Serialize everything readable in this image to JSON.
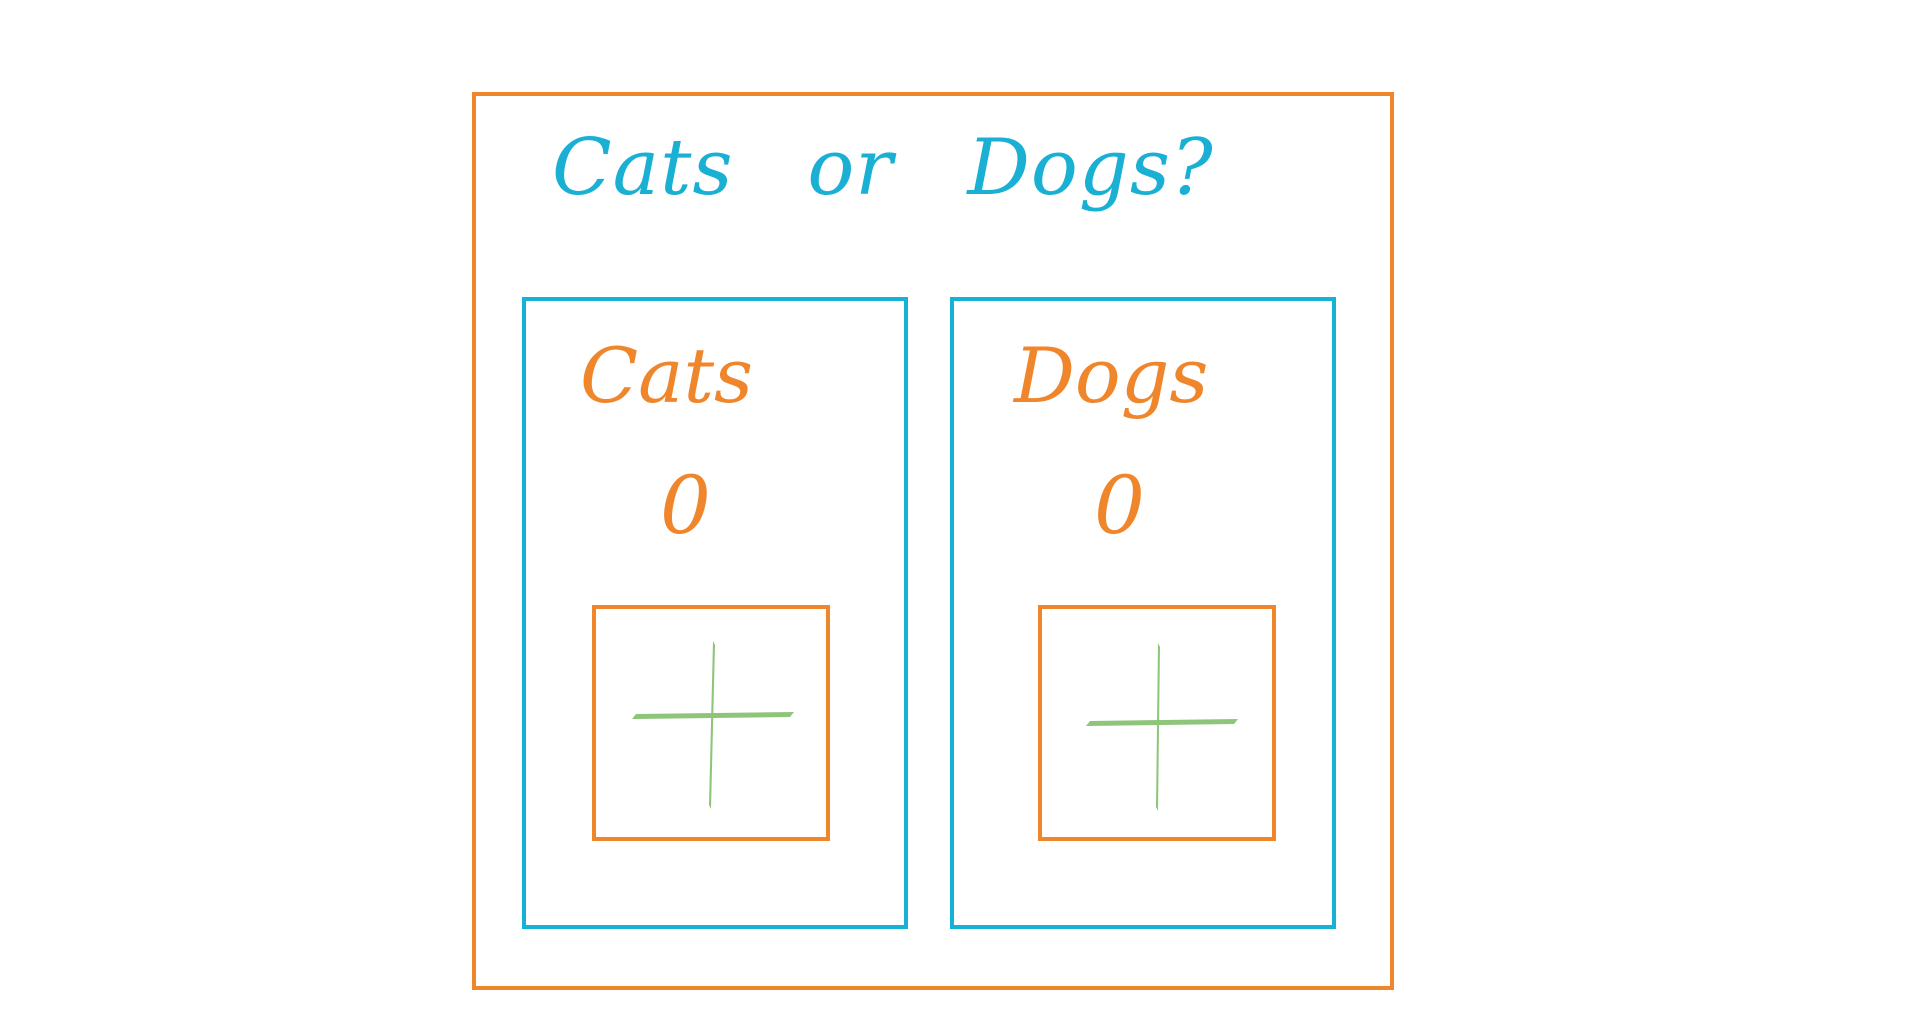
{
  "app": {
    "title": "Cats or Dogs?"
  },
  "panels": [
    {
      "label": "Cats",
      "count": "0",
      "add_icon": "plus-icon"
    },
    {
      "label": "Dogs",
      "count": "0",
      "add_icon": "plus-icon"
    }
  ],
  "colors": {
    "frame": "#f0862c",
    "title": "#1ab0d4",
    "panel_border": "#16b2d6",
    "label": "#f0862c",
    "plus": "#8ec57a"
  }
}
